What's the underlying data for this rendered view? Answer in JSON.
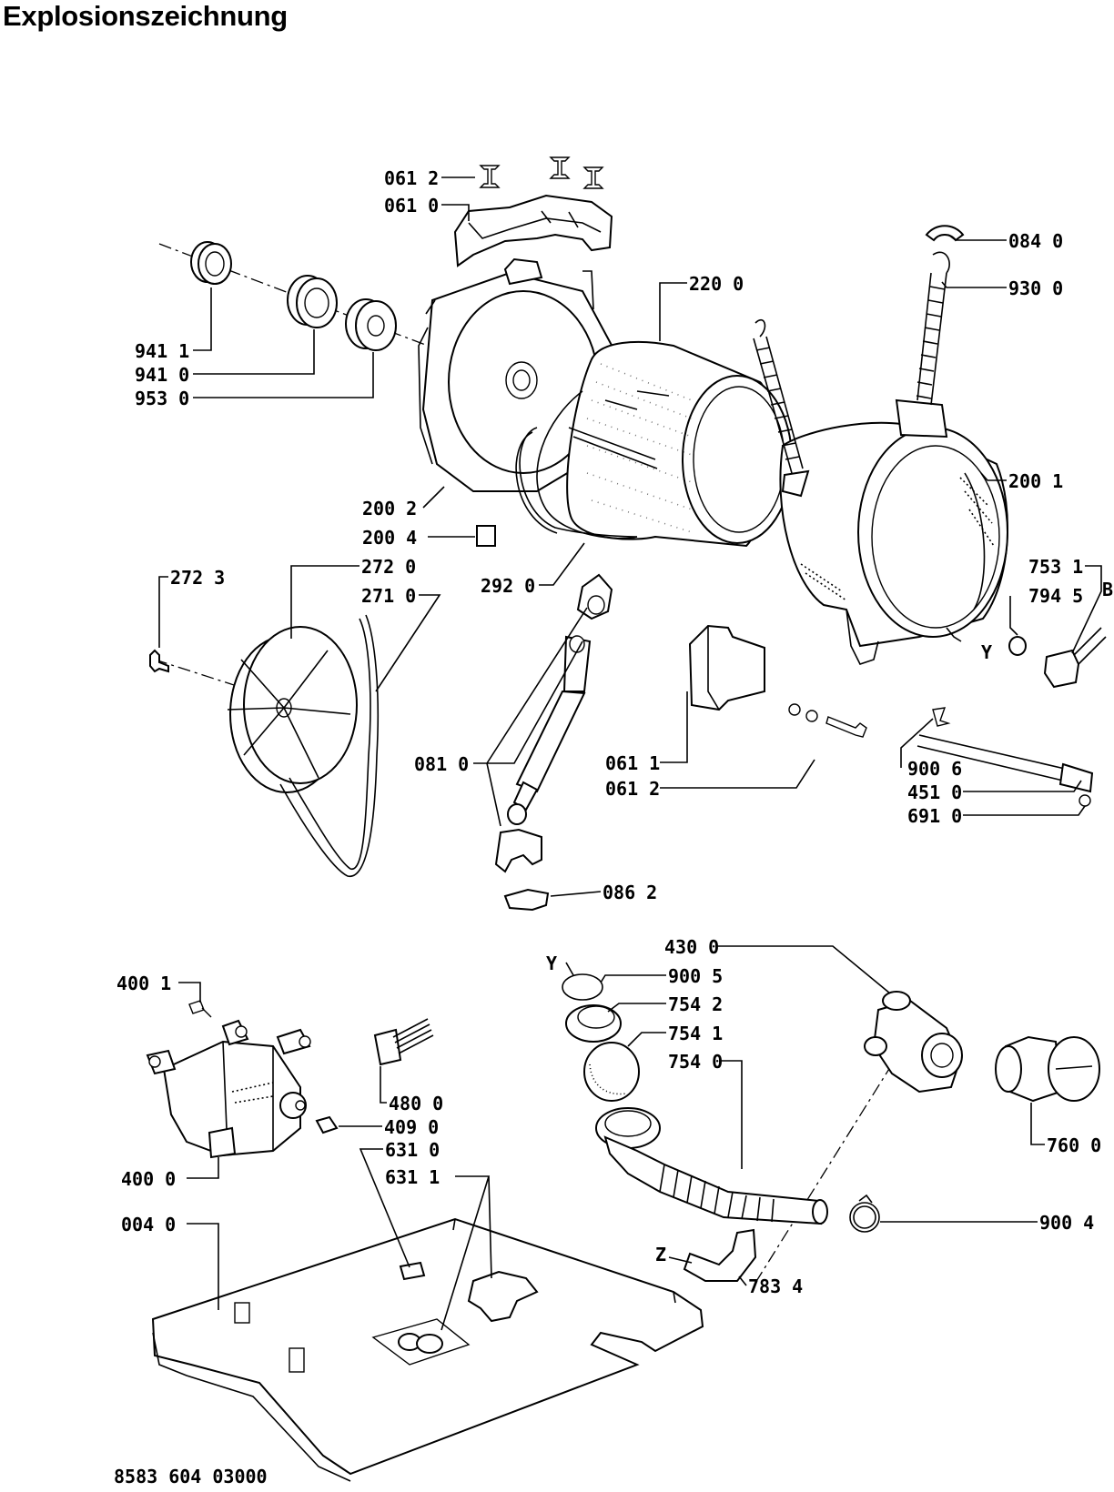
{
  "title": "Explosionszeichnung",
  "doc_number": "8583 604 03000",
  "callouts": [
    {
      "id": "c0612a",
      "text": "061 2"
    },
    {
      "id": "c0610",
      "text": "061 0"
    },
    {
      "id": "c0840",
      "text": "084 0"
    },
    {
      "id": "c2200",
      "text": "220 0"
    },
    {
      "id": "c9300",
      "text": "930 0"
    },
    {
      "id": "c9411",
      "text": "941 1"
    },
    {
      "id": "c9410",
      "text": "941 0"
    },
    {
      "id": "c9530",
      "text": "953 0"
    },
    {
      "id": "c2001",
      "text": "200 1"
    },
    {
      "id": "c2002",
      "text": "200 2"
    },
    {
      "id": "c2004",
      "text": "200 4"
    },
    {
      "id": "c2723",
      "text": "272 3"
    },
    {
      "id": "c2720",
      "text": "272 0"
    },
    {
      "id": "c2710",
      "text": "271 0"
    },
    {
      "id": "c2920",
      "text": "292 0"
    },
    {
      "id": "c7531",
      "text": "753 1"
    },
    {
      "id": "cB",
      "text": "B"
    },
    {
      "id": "c7945",
      "text": "794 5"
    },
    {
      "id": "cY1",
      "text": "Y"
    },
    {
      "id": "c0810",
      "text": "081 0"
    },
    {
      "id": "c0611",
      "text": "061 1"
    },
    {
      "id": "c0612b",
      "text": "061 2"
    },
    {
      "id": "c9006",
      "text": "900 6"
    },
    {
      "id": "c4510",
      "text": "451 0"
    },
    {
      "id": "c6910",
      "text": "691 0"
    },
    {
      "id": "c0862",
      "text": "086 2"
    },
    {
      "id": "c4300",
      "text": "430 0"
    },
    {
      "id": "cY2",
      "text": "Y"
    },
    {
      "id": "c9005",
      "text": "900 5"
    },
    {
      "id": "c7542",
      "text": "754 2"
    },
    {
      "id": "c7541",
      "text": "754 1"
    },
    {
      "id": "c7540",
      "text": "754 0"
    },
    {
      "id": "c4001",
      "text": "400 1"
    },
    {
      "id": "c4800",
      "text": "480 0"
    },
    {
      "id": "c4090",
      "text": "409 0"
    },
    {
      "id": "c4000",
      "text": "400 0"
    },
    {
      "id": "c6310",
      "text": "631 0"
    },
    {
      "id": "c6311",
      "text": "631 1"
    },
    {
      "id": "c7600",
      "text": "760 0"
    },
    {
      "id": "c0040",
      "text": "004 0"
    },
    {
      "id": "c9004",
      "text": "900 4"
    },
    {
      "id": "cZ",
      "text": "Z"
    },
    {
      "id": "c7834",
      "text": "783 4"
    }
  ]
}
